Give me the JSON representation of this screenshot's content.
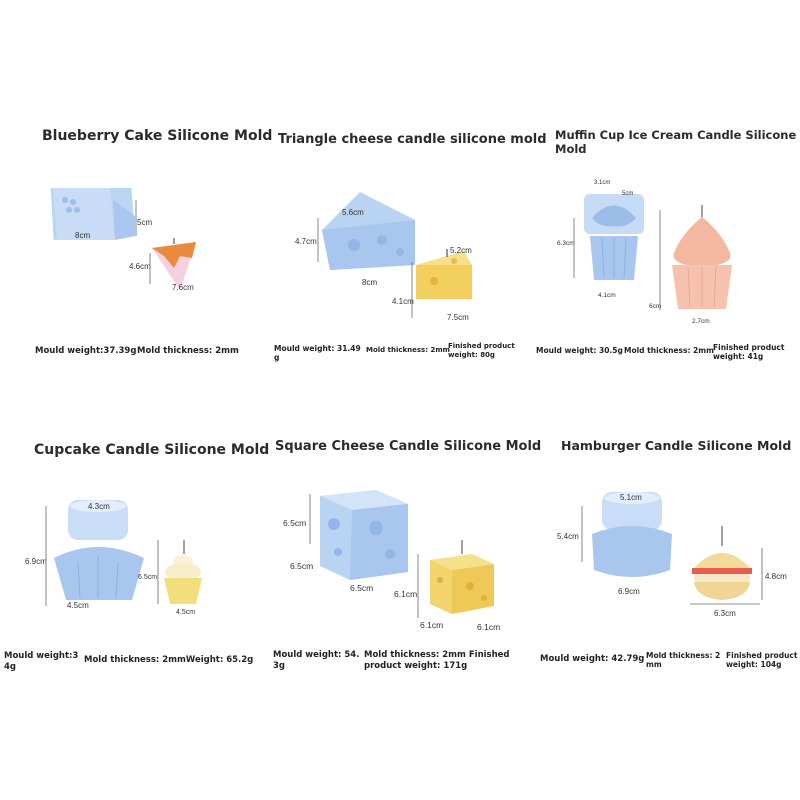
{
  "products": [
    {
      "title": "Blueberry Cake Silicone Mold",
      "dims": [
        "8cm",
        "5cm",
        "4.6cm",
        "7.6cm"
      ],
      "foot": [
        "Mould weight:37.39g",
        "Mold thickness: 2mm"
      ]
    },
    {
      "title": "Triangle cheese candle silicone mold",
      "dims": [
        "5.6cm",
        "4.7cm",
        "8cm",
        "5.2cm",
        "4.1cm",
        "7.5cm"
      ],
      "foot": [
        "Mould weight: 31.49",
        "g",
        "Mold thickness: 2mm",
        "Finished product",
        "weight: 80g"
      ]
    },
    {
      "title_line1": "Muffin Cup Ice Cream Candle Silicone",
      "title_line2": "Mold",
      "dims": [
        "3.1cm",
        "5cm",
        "6.3cm",
        "4.1cm",
        "6cm",
        "2.7cm"
      ],
      "foot": [
        "Mould weight: 30.5g",
        "Mold thickness: 2mm",
        "Finished product",
        "weight: 41g"
      ]
    },
    {
      "title": "Cupcake Candle Silicone Mold",
      "dims": [
        "4.3cm",
        "6.9cm",
        "4.5cm",
        "6.5cm",
        "4.5cm"
      ],
      "foot": [
        "Mould weight:3",
        "4g",
        "Mold thickness: 2mmWeight: 65.2g"
      ]
    },
    {
      "title": "Square Cheese Candle Silicone Mold",
      "dims": [
        "6.5cm",
        "6.5cm",
        "6.5cm",
        "6.1cm",
        "6.1cm",
        "6.1cm"
      ],
      "foot": [
        "Mould weight: 54.",
        "3g",
        "Mold thickness: 2mm Finished",
        "product weight: 171g"
      ]
    },
    {
      "title": "Hamburger Candle Silicone Mold",
      "dims": [
        "5.1cm",
        "5.4cm",
        "6.9cm",
        "4.8cm",
        "6.3cm"
      ],
      "foot": [
        "Mould weight: 42.79g",
        "Mold thickness: 2",
        "mm",
        "Finished product",
        "weight: 104g"
      ]
    }
  ],
  "colors": {
    "mold_blue": "#b9d3f2",
    "mold_shadow": "#8fb2e0",
    "cheese": "#f3d36b",
    "pink": "#f3b9a8",
    "cream": "#f6e7c2"
  }
}
